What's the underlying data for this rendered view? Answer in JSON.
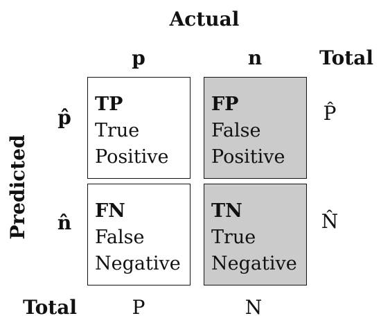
{
  "headings": {
    "actual": "Actual",
    "predicted": "Predicted"
  },
  "columns": {
    "positive": "p",
    "negative": "n",
    "total": "Total"
  },
  "rows": {
    "positive": "p̂",
    "negative": "n̂",
    "total": "Total"
  },
  "cells": {
    "tp": {
      "abbr": "TP",
      "line1": "True",
      "line2": "Positive",
      "shade": "#ffffff"
    },
    "fp": {
      "abbr": "FP",
      "line1": "False",
      "line2": "Positive",
      "shade": "#cbcbcb"
    },
    "fn": {
      "abbr": "FN",
      "line1": "False",
      "line2": "Negative",
      "shade": "#ffffff"
    },
    "tn": {
      "abbr": "TN",
      "line1": "True",
      "line2": "Negative",
      "shade": "#cbcbcb"
    }
  },
  "row_totals": {
    "positive": "P̂",
    "negative": "N̂"
  },
  "column_totals": {
    "positive": "P",
    "negative": "N"
  }
}
